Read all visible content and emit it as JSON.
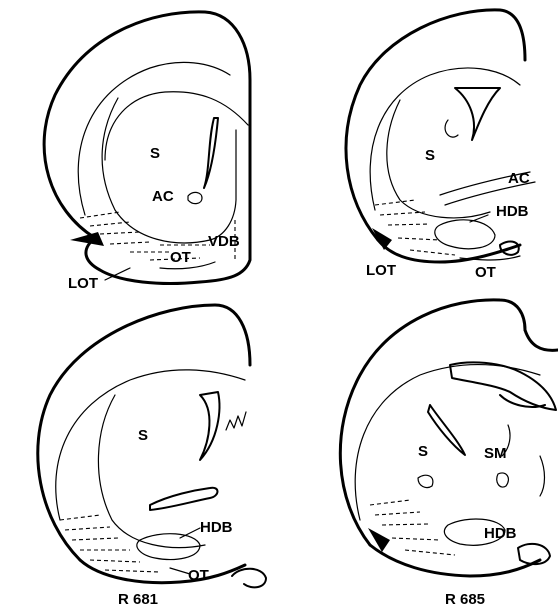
{
  "panels": [
    {
      "id": "top-left",
      "labels": [
        "S",
        "AC",
        "OT",
        "VDB",
        "LOT"
      ],
      "caption": ""
    },
    {
      "id": "top-right",
      "labels": [
        "S",
        "AC",
        "HDB",
        "LOT",
        "OT"
      ],
      "caption": ""
    },
    {
      "id": "bottom-left",
      "labels": [
        "S",
        "HDB",
        "OT"
      ],
      "caption": "R 681"
    },
    {
      "id": "bottom-right",
      "labels": [
        "S",
        "SM",
        "HDB"
      ],
      "caption": "R 685"
    }
  ]
}
